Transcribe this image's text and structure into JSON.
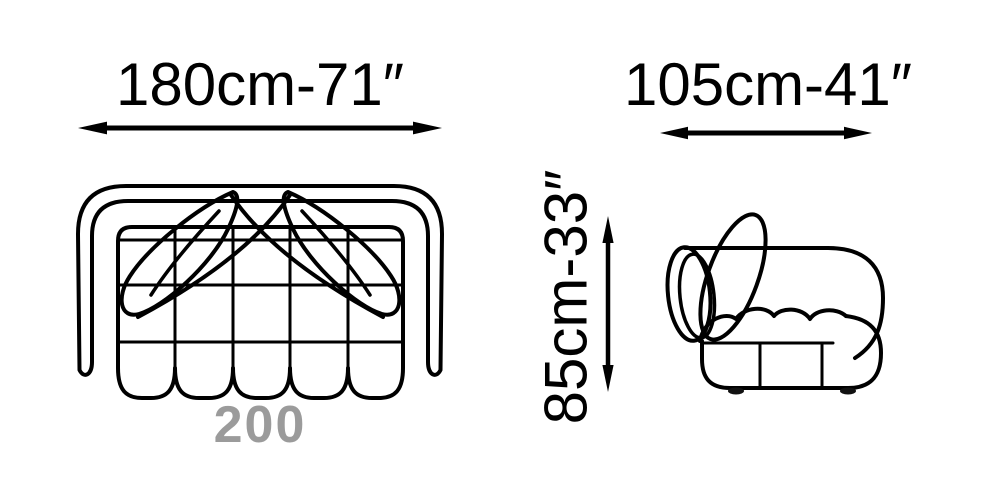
{
  "front_view": {
    "width_label": "180cm-71″",
    "module_label": "200"
  },
  "side_view": {
    "depth_label": "105cm-41″",
    "height_label": "85cm-33″"
  },
  "icons": {
    "width_arrow": "double-headed-horizontal-arrow",
    "depth_arrow": "double-headed-horizontal-arrow",
    "height_arrow": "double-headed-vertical-arrow"
  },
  "colors": {
    "line": "#000000",
    "module_label": "#9b9b9b",
    "background": "#ffffff"
  }
}
